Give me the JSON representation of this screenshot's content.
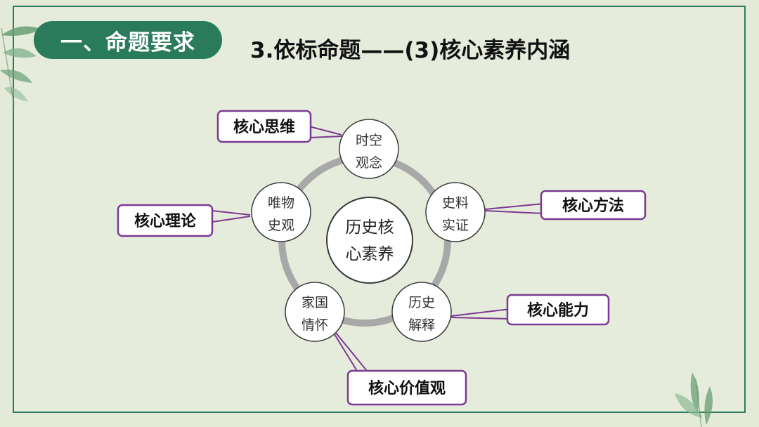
{
  "section": {
    "label": "一、命题要求"
  },
  "title": "3.依标命题——(3)核心素养内涵",
  "diagram": {
    "center": {
      "line1": "历史核",
      "line2": "心素养"
    },
    "nodes": [
      {
        "line1": "时空",
        "line2": "观念"
      },
      {
        "line1": "史料",
        "line2": "实证"
      },
      {
        "line1": "历史",
        "line2": "解释"
      },
      {
        "line1": "家国",
        "line2": "情怀"
      },
      {
        "line1": "唯物",
        "line2": "史观"
      }
    ],
    "callouts": [
      {
        "label": "核心思维"
      },
      {
        "label": "核心方法"
      },
      {
        "label": "核心能力"
      },
      {
        "label": "核心价值观"
      },
      {
        "label": "核心理论"
      }
    ]
  },
  "colors": {
    "accent": "#2a7a5c",
    "callout_border": "#7b3a93",
    "ring": "#a8a8a8",
    "background": "#e3ead8"
  },
  "icons": [
    "bamboo-leaf-icon"
  ]
}
